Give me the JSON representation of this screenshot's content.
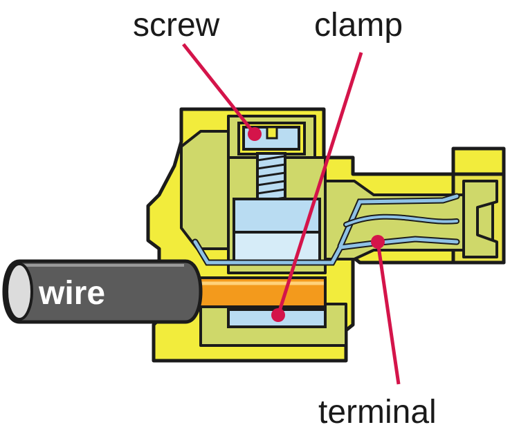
{
  "diagram": {
    "labels": {
      "screw": "screw",
      "clamp": "clamp",
      "terminal": "terminal",
      "wire": "wire"
    },
    "colors": {
      "housing_fill": "#f2ec3c",
      "housing_inner": "#cfd86a",
      "outline": "#1b1b1b",
      "metal": "#b9dcf2",
      "copper": "#f39a1c",
      "cable": "#5b5b5b",
      "leader": "#d4144a"
    }
  }
}
